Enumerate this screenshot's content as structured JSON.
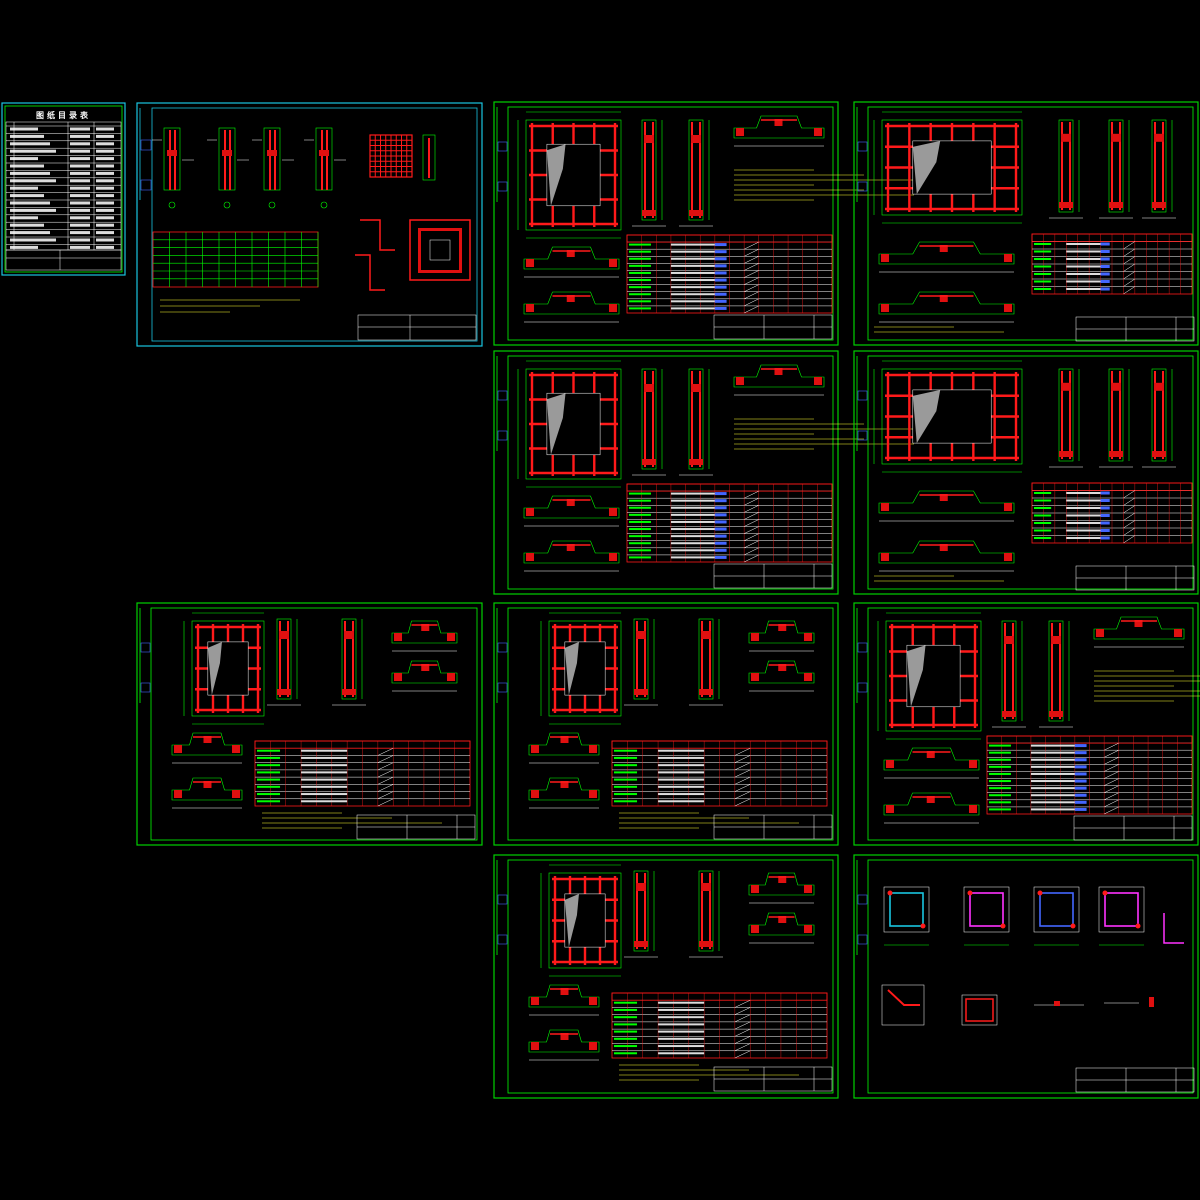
{
  "drawing_set": {
    "index_sheet_title": "图纸目录表"
  },
  "colors": {
    "background": "#000000",
    "frame_green": "#00d000",
    "frame_cyan": "#19c5e0",
    "rebar_red": "#ff1a1a",
    "dimension_green": "#00ff00",
    "text_white": "#ffffff",
    "highlight_blue": "#4466ff",
    "highlight_magenta": "#ff33ff"
  },
  "sheets": [
    {
      "id": "index",
      "frame": "cyan",
      "kind": "index-table"
    },
    {
      "id": "sheet-2",
      "frame": "cyan",
      "kind": "column-details"
    },
    {
      "id": "sheet-3",
      "frame": "green",
      "kind": "wall-opening"
    },
    {
      "id": "sheet-4",
      "frame": "green",
      "kind": "wall-opening-wide"
    },
    {
      "id": "sheet-5",
      "frame": "green",
      "kind": "wall-opening"
    },
    {
      "id": "sheet-6",
      "frame": "green",
      "kind": "wall-opening-wide"
    },
    {
      "id": "sheet-7",
      "frame": "green",
      "kind": "wall-opening-tall"
    },
    {
      "id": "sheet-8",
      "frame": "green",
      "kind": "wall-opening-tall"
    },
    {
      "id": "sheet-9",
      "frame": "green",
      "kind": "wall-opening"
    },
    {
      "id": "sheet-10",
      "frame": "green",
      "kind": "wall-opening-tall"
    },
    {
      "id": "sheet-11",
      "frame": "green",
      "kind": "joint-details"
    }
  ]
}
